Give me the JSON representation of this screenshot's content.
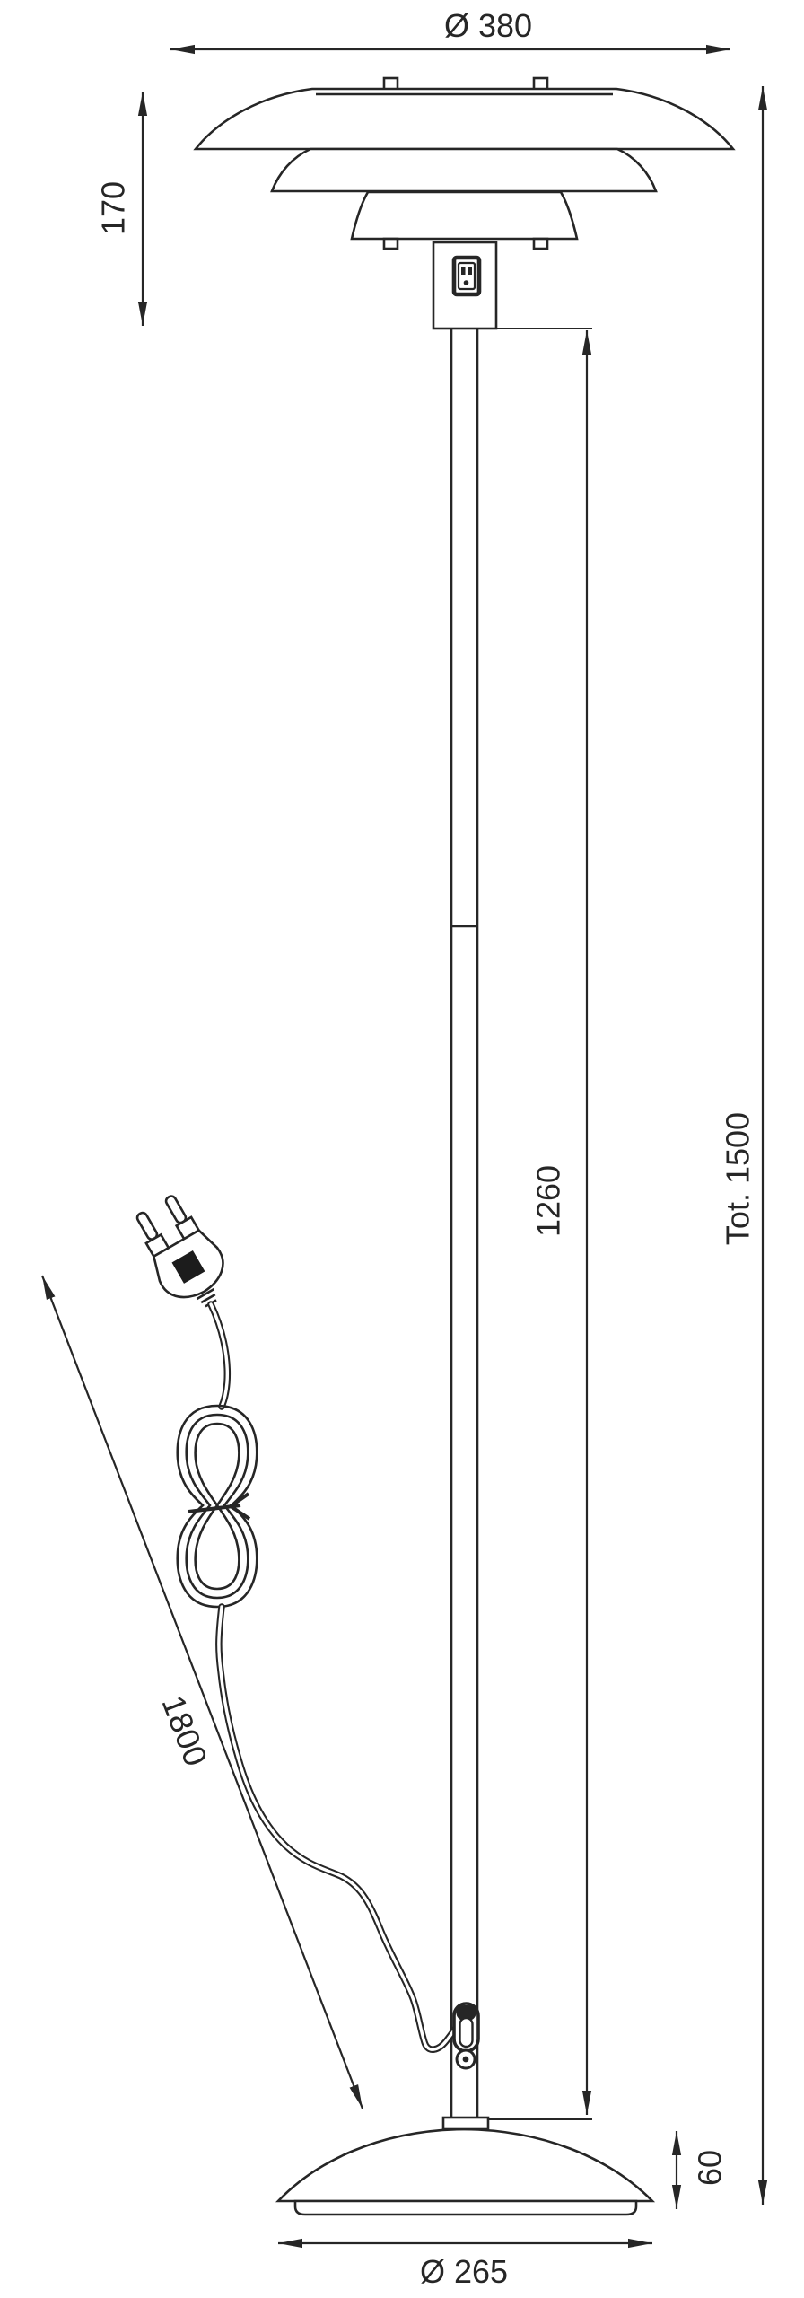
{
  "dimensions": {
    "shade_diameter": "Ø 380",
    "shade_height": "170",
    "stem_length": "1260",
    "total_height": "Tot. 1500",
    "cord_length": "1800",
    "base_height": "60",
    "base_diameter": "Ø 265"
  },
  "colors": {
    "line": "#262626",
    "background": "#ffffff"
  }
}
